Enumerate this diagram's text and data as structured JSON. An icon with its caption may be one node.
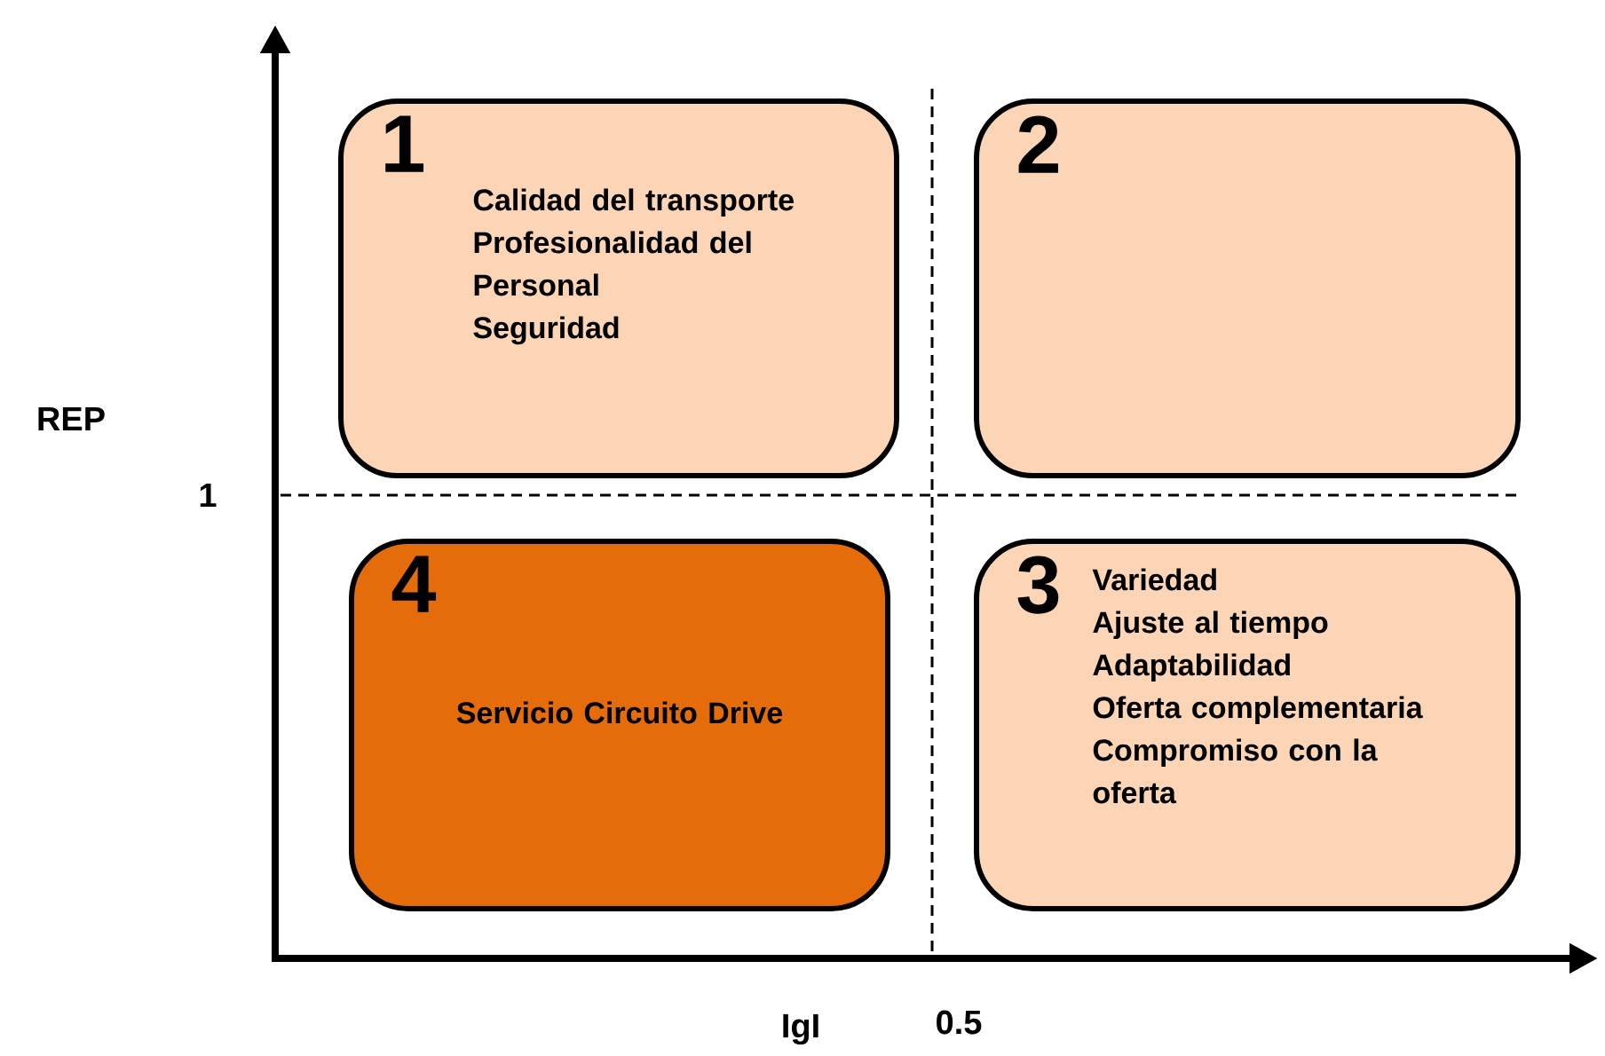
{
  "diagram": {
    "nodes": [
      {
        "text": [
          "1",
          "Calidad del transporte",
          "Profesionalidad del Personal",
          "Seguridad"
        ]
      },
      {
        "text": [
          "2"
        ]
      },
      {
        "text": [
          "4",
          "Servicio Circuito Drive"
        ]
      },
      {
        "text": [
          "3",
          "Variedad",
          "Ajuste al tiempo",
          "Adaptabilidad",
          "Oferta complementaria",
          "Compromiso con la oferta"
        ]
      }
    ],
    "labels": [
      "REP",
      "1",
      "IgI",
      "0.5"
    ]
  }
}
